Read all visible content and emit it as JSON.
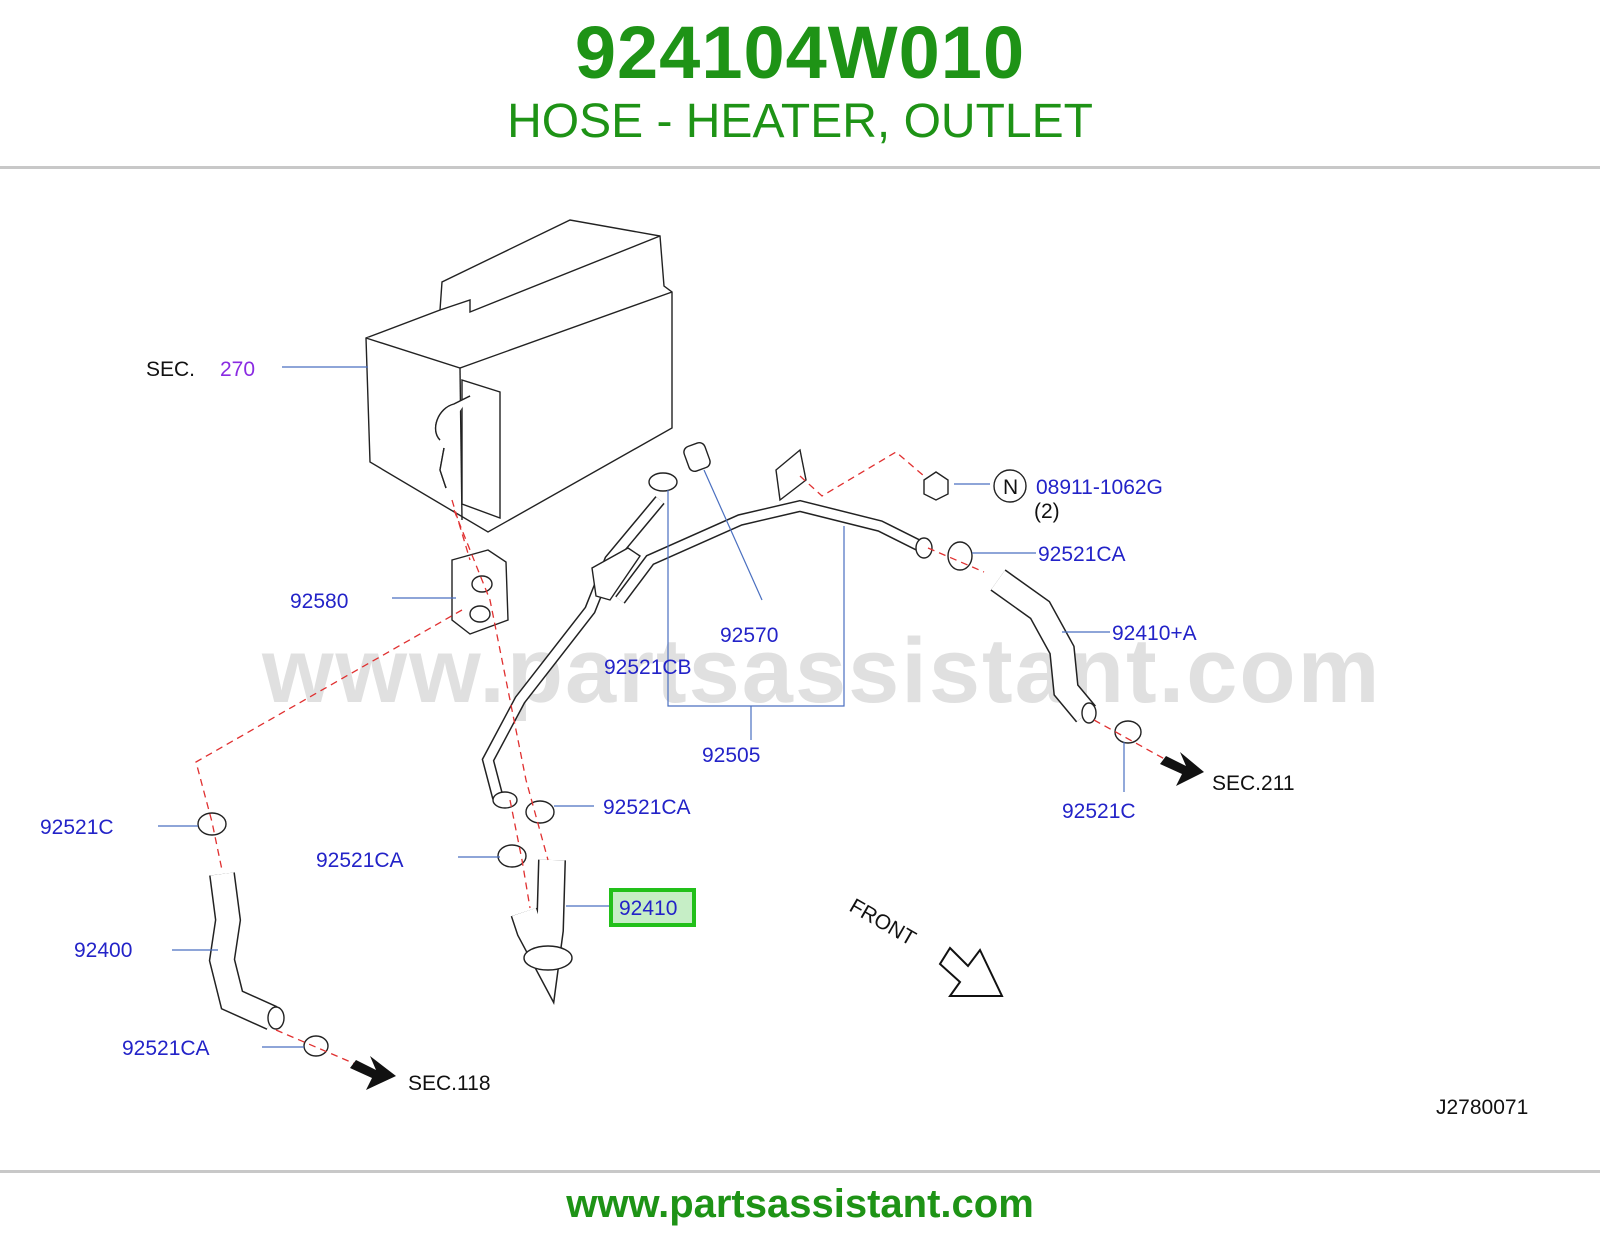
{
  "header": {
    "part_number": "924104W010",
    "description": "HOSE - HEATER, OUTLET"
  },
  "footer": {
    "url": "www.partsassistant.com"
  },
  "watermark": "www.partsassistant.com",
  "diagram": {
    "sec_prefix": "SEC.",
    "sec_270": "270",
    "labels": {
      "p92580": "92580",
      "p92570": "92570",
      "p92521cb": "92521CB",
      "p92505": "92505",
      "p08911": "08911-1062G",
      "p08911_qty": "(2)",
      "nut_marker": "N",
      "p92521ca_right": "92521CA",
      "p92410a": "92410+A",
      "p92521c_right": "92521C",
      "sec211": "SEC.211",
      "p92521ca_mid1": "92521CA",
      "p92521ca_mid2": "92521CA",
      "p92410": "92410",
      "p92521c_left": "92521C",
      "p92400": "92400",
      "p92521ca_left": "92521CA",
      "sec118": "SEC.118",
      "front": "FRONT",
      "drawing_id": "J2780071"
    }
  },
  "colors": {
    "brand_green": "#1e9316",
    "label_blue": "#2323c8",
    "sec_purple": "#8a2be2",
    "highlight_green": "#22c01a",
    "highlight_fill": "#c6eec6",
    "dash_red": "#e03030"
  }
}
